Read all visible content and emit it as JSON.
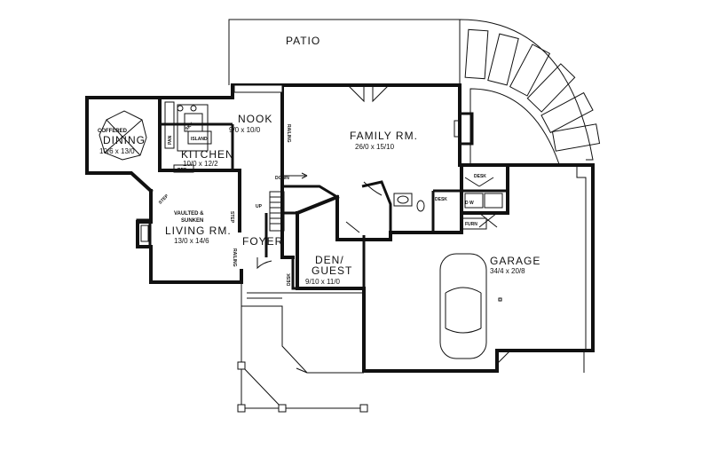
{
  "rooms": {
    "patio": {
      "name": "PATIO"
    },
    "nook": {
      "name": "NOOK",
      "size": "9/0 x 10/0"
    },
    "family": {
      "name": "FAMILY RM.",
      "size": "26/0 x 15/10"
    },
    "dining": {
      "line1": "COFFERED",
      "line2": "DINING",
      "size": "10/6 x 13/0"
    },
    "kitchen": {
      "name": "KITCHEN",
      "size": "10/0 x 12/2"
    },
    "living": {
      "line1": "VAULTED &",
      "line2": "SUNKEN",
      "line3": "LIVING RM.",
      "size": "13/0 x 14/6"
    },
    "foyer": {
      "name": "FOYER"
    },
    "den": {
      "line1": "DEN/",
      "line2": "GUEST",
      "size": "9/10 x 11/0"
    },
    "garage": {
      "name": "GARAGE",
      "size": "34/4 x 20/8"
    }
  },
  "labels": {
    "sky": "SKY",
    "island": "ISLAND",
    "pantry": "PAN",
    "ref": "REF",
    "step1": "STEP",
    "step2": "STEP",
    "railing1": "RAILING",
    "railing2": "RAILING",
    "down": "DOWN",
    "up": "UP",
    "desk1": "DESK",
    "desk2": "DESK",
    "dw": "D W",
    "furn": "FURN",
    "desk3": "DESK"
  }
}
